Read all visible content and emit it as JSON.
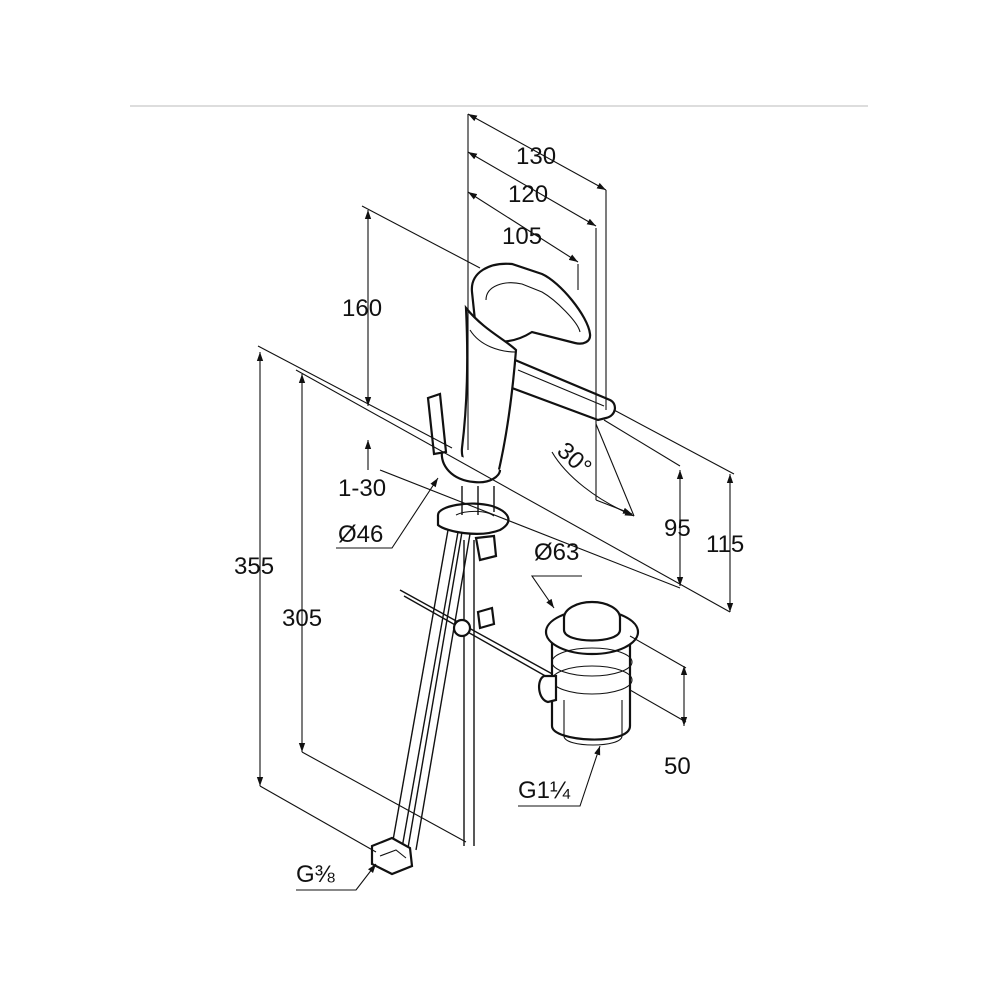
{
  "dimensions": {
    "d130": "130",
    "d120": "120",
    "d105": "105",
    "d160": "160",
    "d1_30": "1-30",
    "d46": "Ø46",
    "d355": "355",
    "d305": "305",
    "d30deg": "30°",
    "d95": "95",
    "d115": "115",
    "d63": "Ø63",
    "d50": "50",
    "g114": "G1¼",
    "g38": "G⅜"
  },
  "colors": {
    "line": "#111111",
    "rule": "#dddddd",
    "background": "#ffffff"
  }
}
